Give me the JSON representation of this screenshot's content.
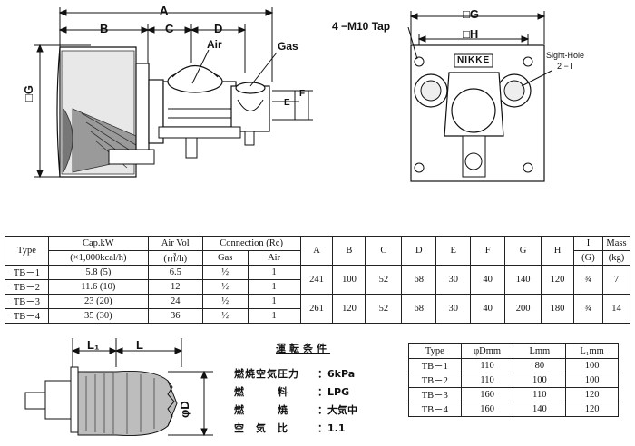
{
  "drawing": {
    "dim_A": "A",
    "dim_B": "B",
    "dim_C": "C",
    "dim_D": "D",
    "dim_E": "E",
    "dim_F": "F",
    "dim_G": "□G",
    "air_label": "Air",
    "gas_label": "Gas",
    "tap_label": "4 −M10 Tap",
    "front_G": "□G",
    "front_H": "□H",
    "sight_hole": "Sight-Hole",
    "sight_hole_sub": "2 − I",
    "logo_text": "NIKKE"
  },
  "spec_table": {
    "headers": {
      "type": "Type",
      "cap": "Cap.kW",
      "cap_sub": "(×1,000kcal/h)",
      "airvol": "Air Vol",
      "airvol_sub": "(㎥/h)",
      "connection": "Connection (Rc)",
      "gas": "Gas",
      "air": "Air",
      "A": "A",
      "B": "B",
      "C": "C",
      "D": "D",
      "E": "E",
      "F": "F",
      "G": "G",
      "H": "H",
      "I": "I",
      "I_sub": "(G)",
      "mass": "Mass",
      "mass_sub": "(kg)"
    },
    "rows": [
      {
        "type": "TB－1",
        "cap": "5.8  (5)",
        "airvol": "6.5",
        "gas": "½",
        "air": "1"
      },
      {
        "type": "TB－2",
        "cap": "11.6  (10)",
        "airvol": "12",
        "gas": "½",
        "air": "1"
      },
      {
        "type": "TB－3",
        "cap": "23    (20)",
        "airvol": "24",
        "gas": "½",
        "air": "1"
      },
      {
        "type": "TB－4",
        "cap": "35    (30)",
        "airvol": "36",
        "gas": "½",
        "air": "1"
      }
    ],
    "group1": {
      "A": "241",
      "B": "100",
      "C": "52",
      "D": "68",
      "E": "30",
      "F": "40",
      "G": "140",
      "H": "120",
      "I": "¾",
      "mass": "7"
    },
    "group2": {
      "A": "261",
      "B": "120",
      "C": "52",
      "D": "68",
      "E": "30",
      "F": "40",
      "G": "200",
      "H": "180",
      "I": "¾",
      "mass": "14"
    }
  },
  "nozzle": {
    "L1": "L₁",
    "L": "L",
    "phiD": "φD"
  },
  "conditions": {
    "title": "運転条件",
    "items": [
      {
        "key": "燃焼空気圧力",
        "value": "：6kPa"
      },
      {
        "key": "燃　　　料",
        "value": "：LPG"
      },
      {
        "key": "燃　　　焼",
        "value": "：大気中"
      },
      {
        "key": "空　気　比",
        "value": "：1.1"
      }
    ]
  },
  "dims_table": {
    "headers": {
      "type": "Type",
      "d": "φDmm",
      "l": "Lmm",
      "l1": "L₁mm"
    },
    "rows": [
      {
        "type": "TB－1",
        "d": "110",
        "l": "80",
        "l1": "100"
      },
      {
        "type": "TB－2",
        "d": "110",
        "l": "100",
        "l1": "100"
      },
      {
        "type": "TB－3",
        "d": "160",
        "l": "110",
        "l1": "120"
      },
      {
        "type": "TB－4",
        "d": "160",
        "l": "140",
        "l1": "120"
      }
    ]
  }
}
